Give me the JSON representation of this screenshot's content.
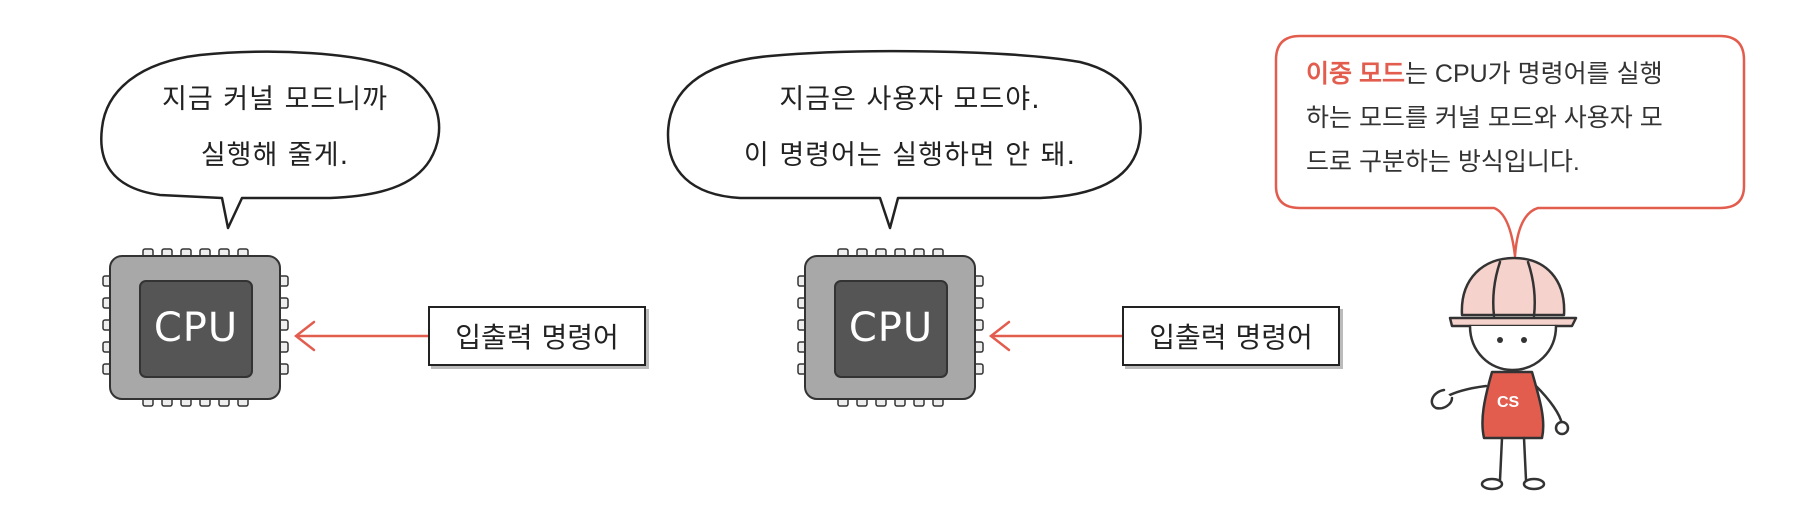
{
  "bubbles": {
    "left": {
      "line1": "지금 커널 모드니까",
      "line2": "실행해 줄게."
    },
    "middle": {
      "line1": "지금은 사용자 모드야.",
      "line2": "이 명령어는 실행하면 안 돼."
    }
  },
  "chips": {
    "left_label": "CPU",
    "right_label": "CPU"
  },
  "io_boxes": {
    "left_label": "입출력 명령어",
    "right_label": "입출력 명령어"
  },
  "info_box": {
    "highlight": "이중 모드",
    "line1_rest": "는 CPU가 명령어를 실행",
    "line2": "하는 모드를 커널 모드와 사용자 모",
    "line3": "드로 구분하는 방식입니다."
  },
  "character": {
    "shirt_text": "CS"
  },
  "colors": {
    "accent": "#e35d4f",
    "chip_body": "#a8a8a8",
    "chip_core": "#555555",
    "helmet": "#f6d2cc"
  }
}
